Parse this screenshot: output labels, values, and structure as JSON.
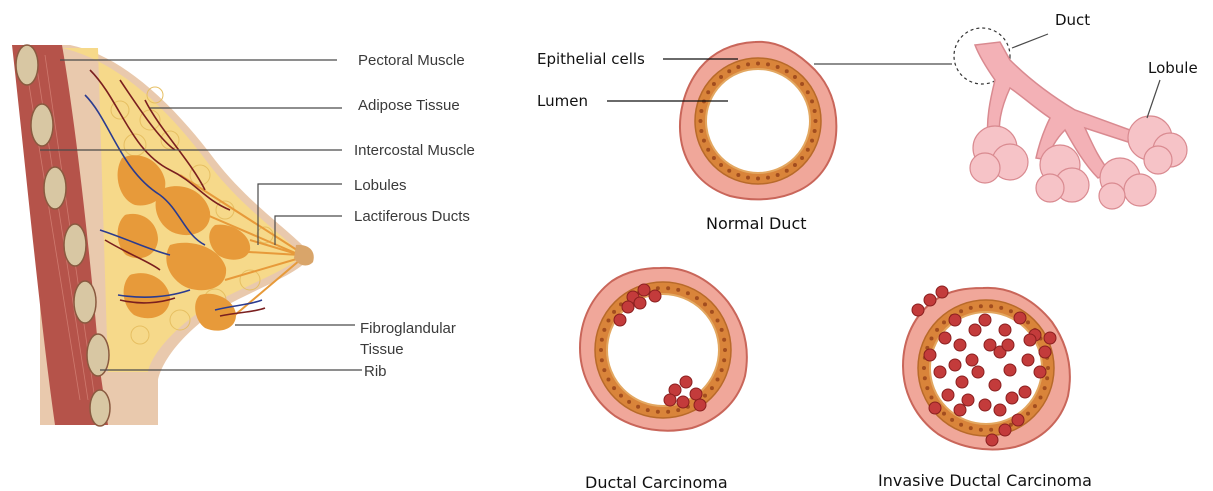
{
  "breast_anatomy": {
    "labels": {
      "pectoral_muscle": "Pectoral Muscle",
      "adipose_tissue": "Adipose Tissue",
      "intercostal_muscle": "Intercostal Muscle",
      "lobules": "Lobules",
      "lactiferous_ducts": "Lactiferous Ducts",
      "fibroglandular_line1": "Fibroglandular",
      "fibroglandular_line2": "Tissue",
      "rib": "Rib"
    }
  },
  "normal_duct": {
    "caption": "Normal Duct",
    "labels": {
      "epithelial_cells": "Epithelial cells",
      "lumen": "Lumen",
      "duct": "Duct",
      "lobule": "Lobule"
    }
  },
  "ductal_carcinoma": {
    "caption": "Ductal Carcinoma"
  },
  "invasive_ductal_carcinoma": {
    "caption": "Invasive Ductal Carcinoma"
  },
  "colors": {
    "muscle": "#b5534a",
    "rib": "#d8c7a3",
    "fat": "#f6d98a",
    "gland": "#e79a3a",
    "skin": "#e9c9ad",
    "duct_wall": "#f0a79a",
    "epithelium": "#d9843a",
    "tumor": "#c33b3b",
    "vein": "#2b3b8f",
    "artery": "#7a1f1f"
  }
}
